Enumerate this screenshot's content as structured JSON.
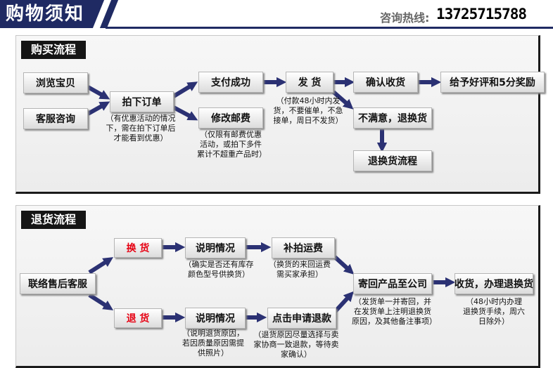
{
  "header": {
    "title": "购物须知",
    "contact_label": "咨询热线:",
    "phone": "13725715788"
  },
  "buy": {
    "tab": "购买流程",
    "browse": "浏览宝贝",
    "consult": "客服咨询",
    "order": "拍下订单",
    "order_note": "（有优惠活动的情况下，需在拍下订单后才能看到优惠）",
    "pay": "支付成功",
    "modify": "修改邮费",
    "modify_note": "（仅限有邮费优惠活动，或拍下多件累计不超重产品时）",
    "ship": "发  货",
    "ship_note": "（付款48小时内发货，不要催单，不急接单，周日不发货）",
    "confirm": "确认收货",
    "review": "给予好评和5分奖励",
    "unsatisfied": "不满意，退换货",
    "return_flow": "退换货流程"
  },
  "ret": {
    "tab": "退货流程",
    "contact": "联络售后客服",
    "exchange": "换  货",
    "refund": "退  货",
    "explain1": "说明情况",
    "explain1_note": "（确实是否还有库存颜色型号供换货）",
    "explain2": "说明情况",
    "explain2_note": "（说明退货原因，若因质量原因需提供照片）",
    "shipping_fee": "补拍运费",
    "shipping_fee_note": "（换货的来回运费需买家承担）",
    "apply_refund": "点击申请退款",
    "apply_note": "（退货原因尽量选择与卖家协商一致退款，等待卖家确认）",
    "send_back": "寄回产品至公司",
    "send_back_note": "（发货单一并寄回，并在发货单上注明退换货原因，及其他备注事项）",
    "receive": "收货，办理退换货",
    "receive_note": "（48小时内办理退换货手续，周六日除外）"
  },
  "colors": {
    "navy": "#1f2a63",
    "arrow": "#2b3173",
    "red": "#e60012"
  }
}
